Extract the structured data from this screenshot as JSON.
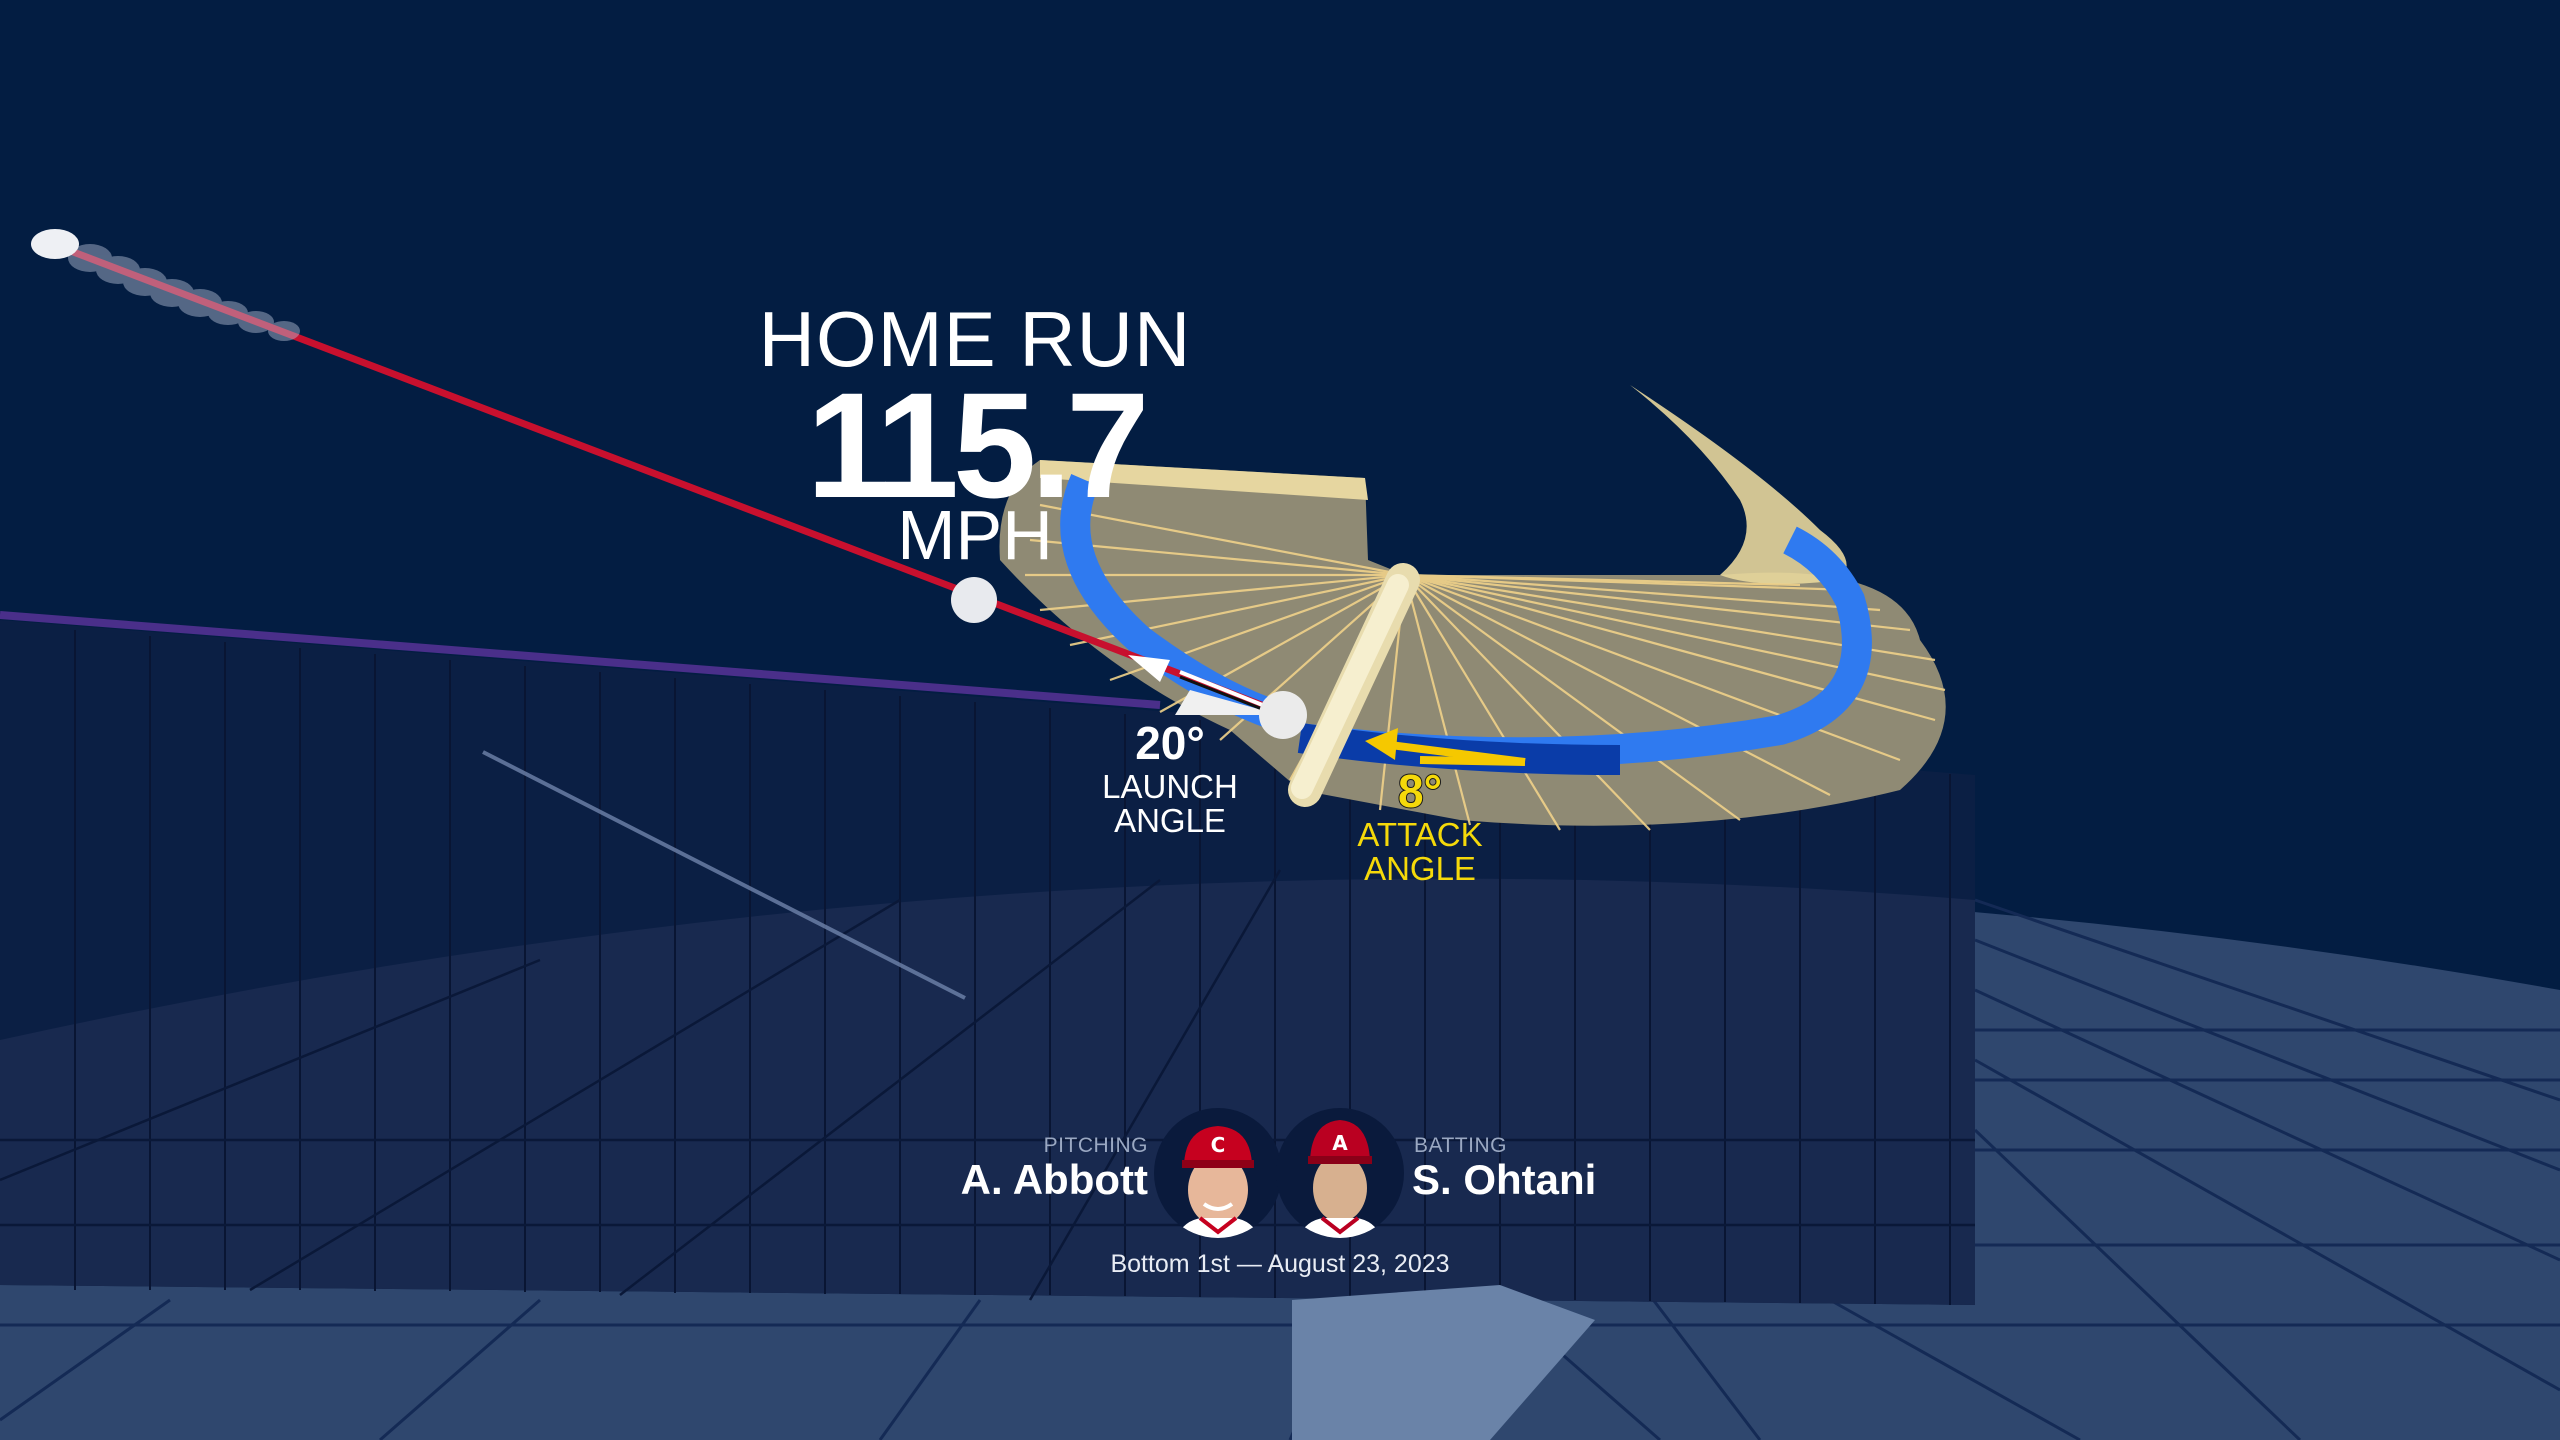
{
  "result": {
    "title": "HOME RUN",
    "exit_velocity": "115.7",
    "unit": "MPH"
  },
  "launch_angle": {
    "value": "20°",
    "label_line1": "LAUNCH",
    "label_line2": "ANGLE"
  },
  "attack_angle": {
    "value": "8°",
    "label_line1": "ATTACK",
    "label_line2": "ANGLE"
  },
  "matchup": {
    "pitcher": {
      "role": "PITCHING",
      "name": "A. Abbott",
      "team_cap_letter": "C",
      "cap_color": "#c6011f"
    },
    "batter": {
      "role": "BATTING",
      "name": "S. Ohtani",
      "team_cap_letter": "A",
      "cap_color": "#ba0021"
    },
    "game_info": "Bottom 1st — August 23, 2023"
  },
  "colors": {
    "sky": "#031d42",
    "wall": "#0c1f44",
    "ground": "#2f476e",
    "ball_path": "#c8102e",
    "pitch_path": "#4a2f8a",
    "swing_plane": "#8f8a74",
    "swing_plane_lines": "#f0d28a",
    "swing_band": "#2f7af0",
    "bat": "#f4ecc8",
    "attack_arrow": "#f5c800"
  }
}
